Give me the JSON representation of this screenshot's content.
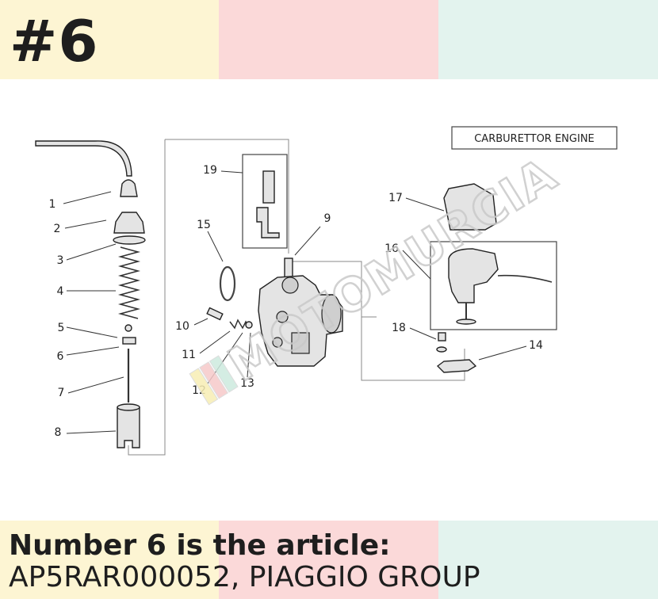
{
  "title": "#6",
  "caption": {
    "line1": "Number 6 is the article:",
    "line2": "AP5RAR000052, PIAGGIO GROUP"
  },
  "diagram": {
    "box_label": "CARBURETTOR ENGINE",
    "callouts": [
      "1",
      "2",
      "3",
      "4",
      "5",
      "6",
      "7",
      "8",
      "9",
      "10",
      "11",
      "12",
      "13",
      "14",
      "15",
      "16",
      "17",
      "18",
      "19"
    ],
    "watermark": "MOTOMURCIA"
  },
  "colors": {
    "band_yellow": "#fdf5d3",
    "band_pink": "#fbd9d9",
    "band_mint": "#e3f3ee",
    "text": "#1e1e1e"
  }
}
